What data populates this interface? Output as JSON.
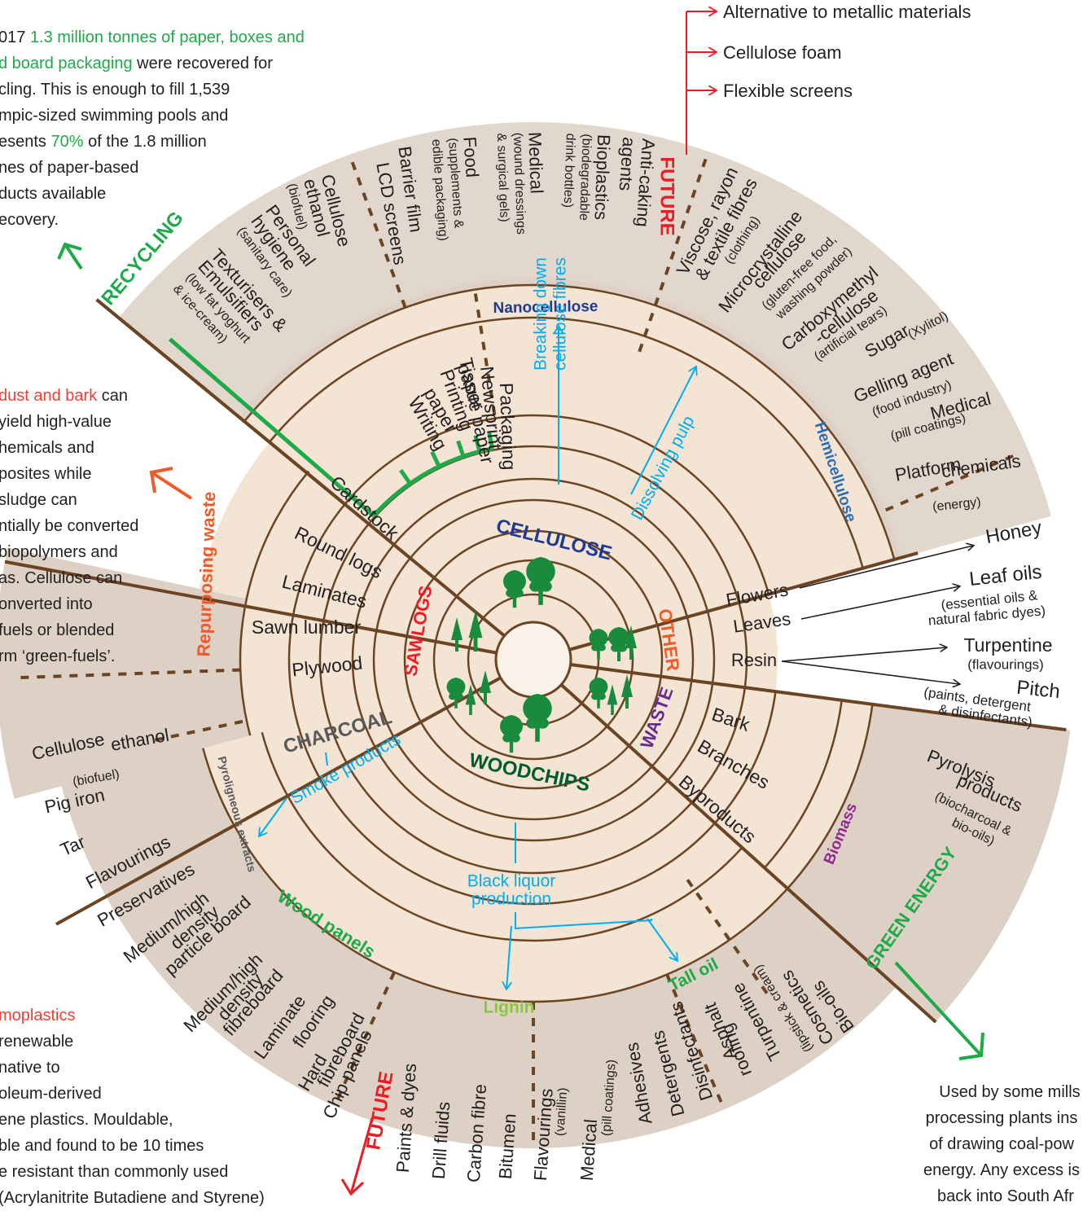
{
  "colors": {
    "brown": "#6b4423",
    "ring_fill": "#f3e4d3",
    "outer_fill": "#ddd0c4",
    "navy": "#1f3a93",
    "red": "#ed1c24",
    "orange": "#f15a29",
    "green": "#1faa4a",
    "dark_green": "#005b30",
    "lime": "#8cc63f",
    "cyan": "#00aeef",
    "purple": "#662d91",
    "magenta": "#92278f",
    "blue": "#2e6db4",
    "grey": "#58595b",
    "tree_green": "#1a8a3c"
  },
  "icons": {
    "tree": "tree-icon",
    "arrow": "arrow-icon"
  },
  "paragraphs": {
    "recycling": {
      "lines": [
        "017 ",
        "d board packaging",
        " were recovered for",
        "cling. This is enough to fill 1,539",
        "mpic-sized swimming pools and",
        "esents ",
        " of the 1.8 million",
        "nes of paper-based",
        "ducts available",
        "ecovery."
      ],
      "hl_tonnes": "1.3 million tonnes of paper, boxes and",
      "hl_pct": "70%"
    },
    "sawdust": {
      "hl": "dust and bark",
      "lines": [
        " can",
        " yield high-value",
        "hemicals and",
        "posites while",
        "sludge can",
        "ntially be converted",
        "biopolymers and",
        "as. Cellulose can",
        "onverted into",
        "fuels or blended",
        "rm ‘green-fuels’."
      ]
    },
    "thermo": {
      "hl": "moplastics",
      "lines": [
        " renewable",
        "native to",
        "oleum-derived",
        "ene plastics. Mouldable,",
        "ble and found to be 10 times",
        "e resistant than commonly used",
        "(Acrylanitrite Butadiene and Styrene)"
      ]
    },
    "energy": {
      "lines": [
        "Used by some mills",
        "processing plants ins",
        "of drawing coal-pow",
        "energy. Any excess is",
        "back into South Afr"
      ]
    }
  },
  "future_top": {
    "items": [
      "Alternative to metallic materials",
      "Cellulose foam",
      "Flexible screens"
    ]
  },
  "segments": {
    "cellulose": "CELLULOSE",
    "other": "OTHER",
    "waste": "WASTE",
    "woodchips": "WOODCHIPS",
    "charcoal": "CHARCOAL",
    "sawlogs": "SAWLOGS"
  },
  "bands": {
    "nanocellulose": "Nanocellulose",
    "hemicellulose": "Hemicellulose",
    "repurposing_waste": "Repurposing waste",
    "wood_panels": "Wood  panels",
    "lignin": "Lignin",
    "tall_oil": "Tall oil",
    "biomass": "Biomass",
    "green_energy": "GREEN ENERGY",
    "recycling": "RECYCLING",
    "pyroligneous": "Pyroligneous extracts",
    "future": "FUTURE"
  },
  "paper_products": [
    "Packaging",
    "Newsprint",
    "Tissue paper",
    "Printing paper",
    "Writing paper",
    "Cardstock"
  ],
  "cyan_labels": {
    "breaking": [
      "Breaking down",
      "cellulose fibres"
    ],
    "dissolving": "Dissolving pulp",
    "smoke": "Smoke products",
    "black_liquor": [
      "Black liquor",
      "production"
    ]
  },
  "sawlogs_products": [
    "Round logs",
    "Laminates",
    "Sawn lumber",
    "Plywood"
  ],
  "waste_products": [
    "Bark",
    "Branches",
    "Byproducts"
  ],
  "nano_outer": [
    {
      "main": [
        "Cellulose",
        "ethanol"
      ],
      "sub": [
        "(biofuel)"
      ]
    },
    {
      "main": [
        "LCD screens"
      ],
      "sub": []
    },
    {
      "main": [
        "Barrier film"
      ],
      "sub": []
    },
    {
      "main": [
        "Food"
      ],
      "sub": [
        "(supplements &",
        "edible packaging)"
      ]
    },
    {
      "main": [
        "Medical"
      ],
      "sub": [
        "(wound dressings",
        "& surgical gels)"
      ]
    },
    {
      "main": [
        "Bioplastics"
      ],
      "sub": [
        "(biodegradable",
        "drink bottles)"
      ]
    },
    {
      "main": [
        "Anti-caking",
        "agents"
      ],
      "sub": []
    }
  ],
  "recycling_outer": [
    {
      "main": [
        "Personal",
        "hygiene"
      ],
      "sub": [
        "(sanitary care)"
      ]
    },
    {
      "main": [
        "Texturisers &",
        "Emulsifiers"
      ],
      "sub": [
        "(low fat yoghurt",
        "& ice-cream)"
      ]
    }
  ],
  "hemi_outer": [
    {
      "main": [
        "Viscose, rayon",
        "& textile fibres"
      ],
      "sub": [
        "(clothing)"
      ]
    },
    {
      "main": [
        "Microcrystalline",
        "cellulose"
      ],
      "sub": [
        "(gluten-free food,",
        "washing powder)"
      ]
    },
    {
      "main": [
        "Carboxymethyl",
        "-cellulose"
      ],
      "sub": [
        "(artificial tears)"
      ]
    },
    {
      "main": [
        "Sugar"
      ],
      "sub": [
        "(Xylitol)"
      ]
    },
    {
      "main": [
        "Gelling agent"
      ],
      "sub": [
        "(food industry)"
      ]
    },
    {
      "main": [
        "Medical"
      ],
      "sub": [
        "(pill coatings)"
      ]
    },
    {
      "main": [
        "Platform",
        "chemicals"
      ],
      "sub": [
        "(energy)"
      ]
    }
  ],
  "other_branches": {
    "flowers": "Flowers",
    "leaves": "Leaves",
    "resin": "Resin",
    "honey": "Honey",
    "leaf_oils": "Leaf oils",
    "leaf_oils_sub": [
      "(essential oils &",
      "natural fabric dyes)"
    ],
    "turpentine": "Turpentine",
    "turpentine_sub": "(flavourings)",
    "pitch": "Pitch",
    "pitch_sub": [
      "(paints, detergent",
      "& disinfectants)"
    ]
  },
  "charcoal_outer": {
    "cellulose_ethanol": [
      "Cellulose",
      "ethanol"
    ],
    "biofuel": "(biofuel)",
    "pig_iron": "Pig iron",
    "tar": "Tar",
    "flavourings": "Flavourings",
    "preservatives": "Preservatives"
  },
  "panels_outer": [
    [
      "Medium/high",
      "density",
      "particle board"
    ],
    [
      "Medium/high",
      "density",
      "fibreboard"
    ],
    [
      "Laminate",
      "flooring"
    ],
    [
      "Hard",
      "fibreboard"
    ],
    [
      "Chip panels"
    ]
  ],
  "lignin_outer": [
    {
      "main": [
        "Paints & dyes"
      ],
      "sub": []
    },
    {
      "main": [
        "Drill fluids"
      ],
      "sub": []
    },
    {
      "main": [
        "Carbon fibre"
      ],
      "sub": []
    },
    {
      "main": [
        "Bitumen"
      ],
      "sub": []
    },
    {
      "main": [
        "Flavourings"
      ],
      "sub": [
        "(vanillin)"
      ]
    },
    {
      "main": [
        "Medical"
      ],
      "sub": [
        "(pill coatings)"
      ]
    }
  ],
  "talloil_outer": [
    {
      "main": [
        "Adhesives"
      ],
      "sub": []
    },
    {
      "main": [
        "Detergents"
      ],
      "sub": []
    },
    {
      "main": [
        "Disinfectants"
      ],
      "sub": []
    },
    {
      "main": [
        "Asphalt",
        "roofing"
      ],
      "sub": []
    },
    {
      "main": [
        "Turpentine"
      ],
      "sub": []
    },
    {
      "main": [
        "Cosmetics"
      ],
      "sub": [
        "(lipstick & cream)"
      ]
    }
  ],
  "biomass_outer": {
    "bio_oils": "Bio-oils",
    "pyrolysis": [
      "Pyrolysis",
      "products"
    ],
    "pyrolysis_sub": [
      "(biocharcoal &",
      "bio-oils)"
    ]
  }
}
